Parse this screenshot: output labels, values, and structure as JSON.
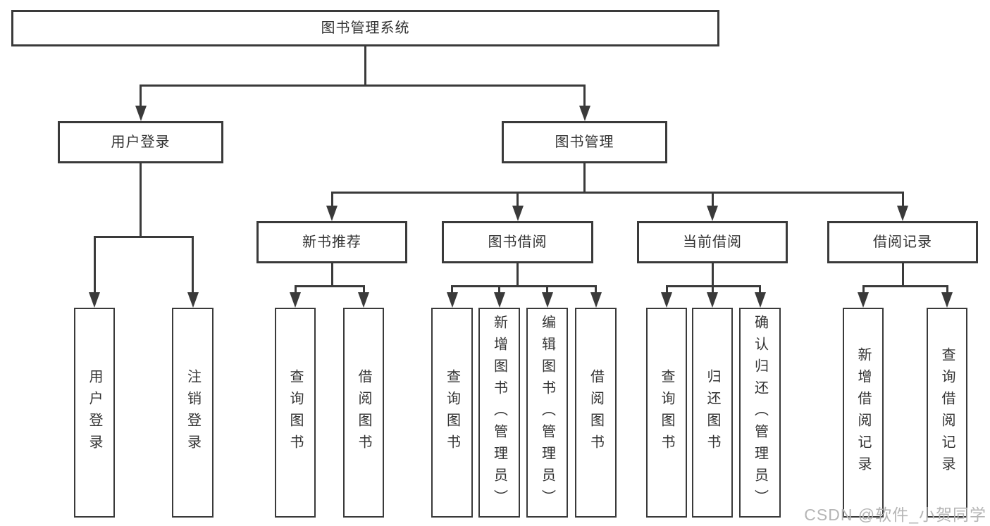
{
  "diagram": {
    "root": {
      "label": "图书管理系统"
    },
    "level2": [
      {
        "label": "用户登录"
      },
      {
        "label": "图书管理"
      }
    ],
    "level3": [
      {
        "label": "新书推荐"
      },
      {
        "label": "图书借阅"
      },
      {
        "label": "当前借阅"
      },
      {
        "label": "借阅记录"
      }
    ],
    "leaves": {
      "login": [
        "用户登录",
        "注销登录"
      ],
      "new_books": [
        "查询图书",
        "借阅图书"
      ],
      "book_borrow": [
        "查询图书",
        "新增图书（管理员）",
        "编辑图书（管理员）",
        "借阅图书"
      ],
      "current_borrow": [
        "查询图书",
        "归还图书",
        "确认归还（管理员）"
      ],
      "borrow_records": [
        "新增借阅记录",
        "查询借阅记录"
      ]
    }
  },
  "watermark": "CSDN @软件_小贺同学",
  "colors": {
    "line": "#3a3a3a",
    "text": "#333333",
    "background": "#ffffff",
    "watermark": "#b5b5b5"
  }
}
